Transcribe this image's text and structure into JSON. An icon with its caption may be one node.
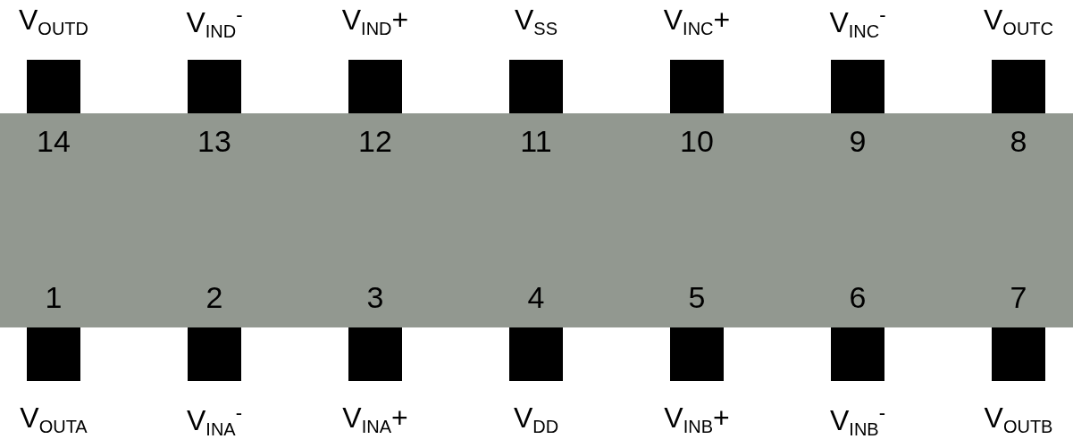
{
  "diagram": {
    "labels": [
      "V$_{OUTD}$",
      "V$_{IND}$$^{-}$",
      "V$_{IND}$+",
      "V$_{SS}$",
      "V$_{INC}$+",
      "V$_{INC}$$^{-}$",
      "V$_{OUTC}$",
      "14",
      "13",
      "12",
      "11",
      "10",
      "9",
      "8",
      "1",
      "2",
      "3",
      "4",
      "5",
      "6",
      "7",
      "V$_{OUTA}$",
      "V$_{INA}$$^{-}$",
      "V$_{INA}$+",
      "V$_{DD}$",
      "V$_{INB}$+",
      "V$_{INB}$$^{-}$",
      "V$_{OUTB}$"
    ]
  }
}
